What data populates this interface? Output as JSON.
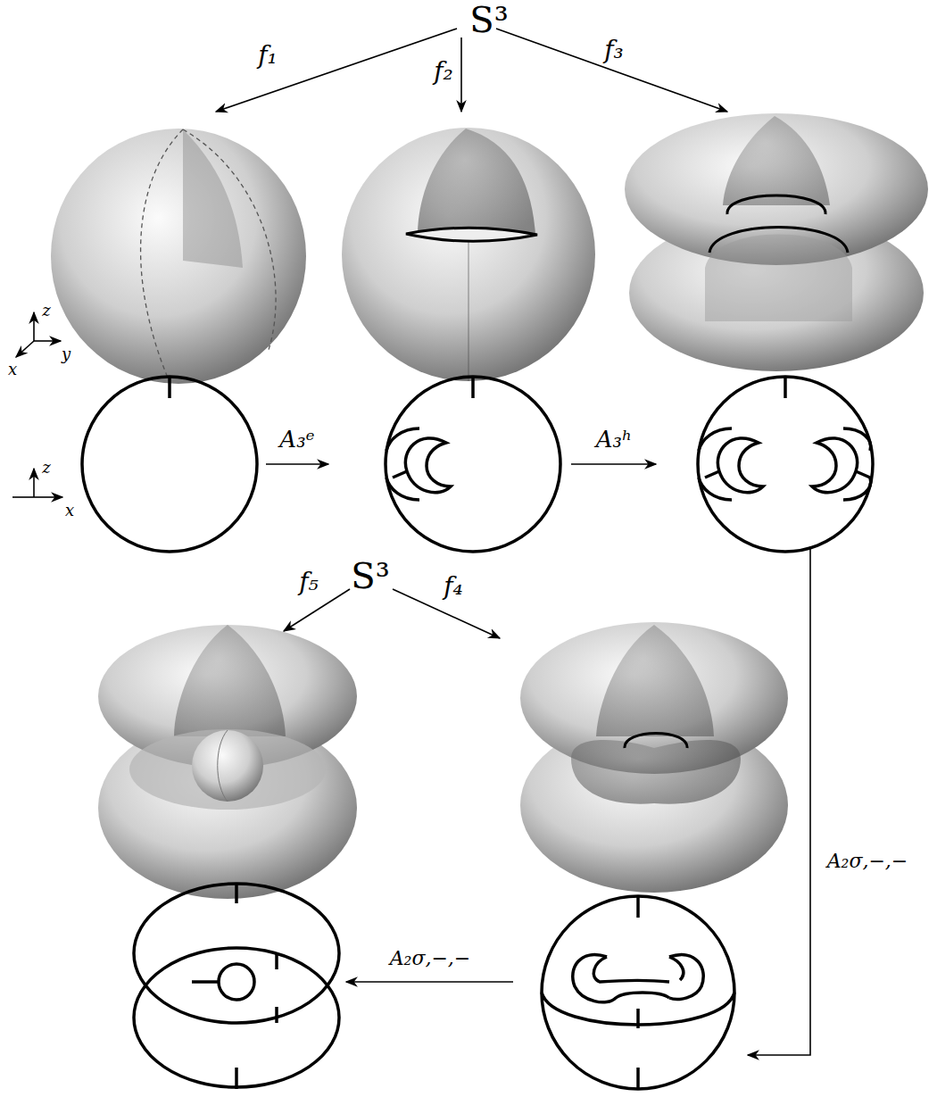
{
  "diagram": {
    "labels": [
      "S³",
      "f₁",
      "f₂",
      "f₃",
      "z",
      "y",
      "x",
      "z",
      "x",
      "A₃ᵉ",
      "A₃ʰ",
      "A₂σ,−,−",
      "S³",
      "f₅",
      "f₄",
      "A₂σ,−,−"
    ]
  }
}
